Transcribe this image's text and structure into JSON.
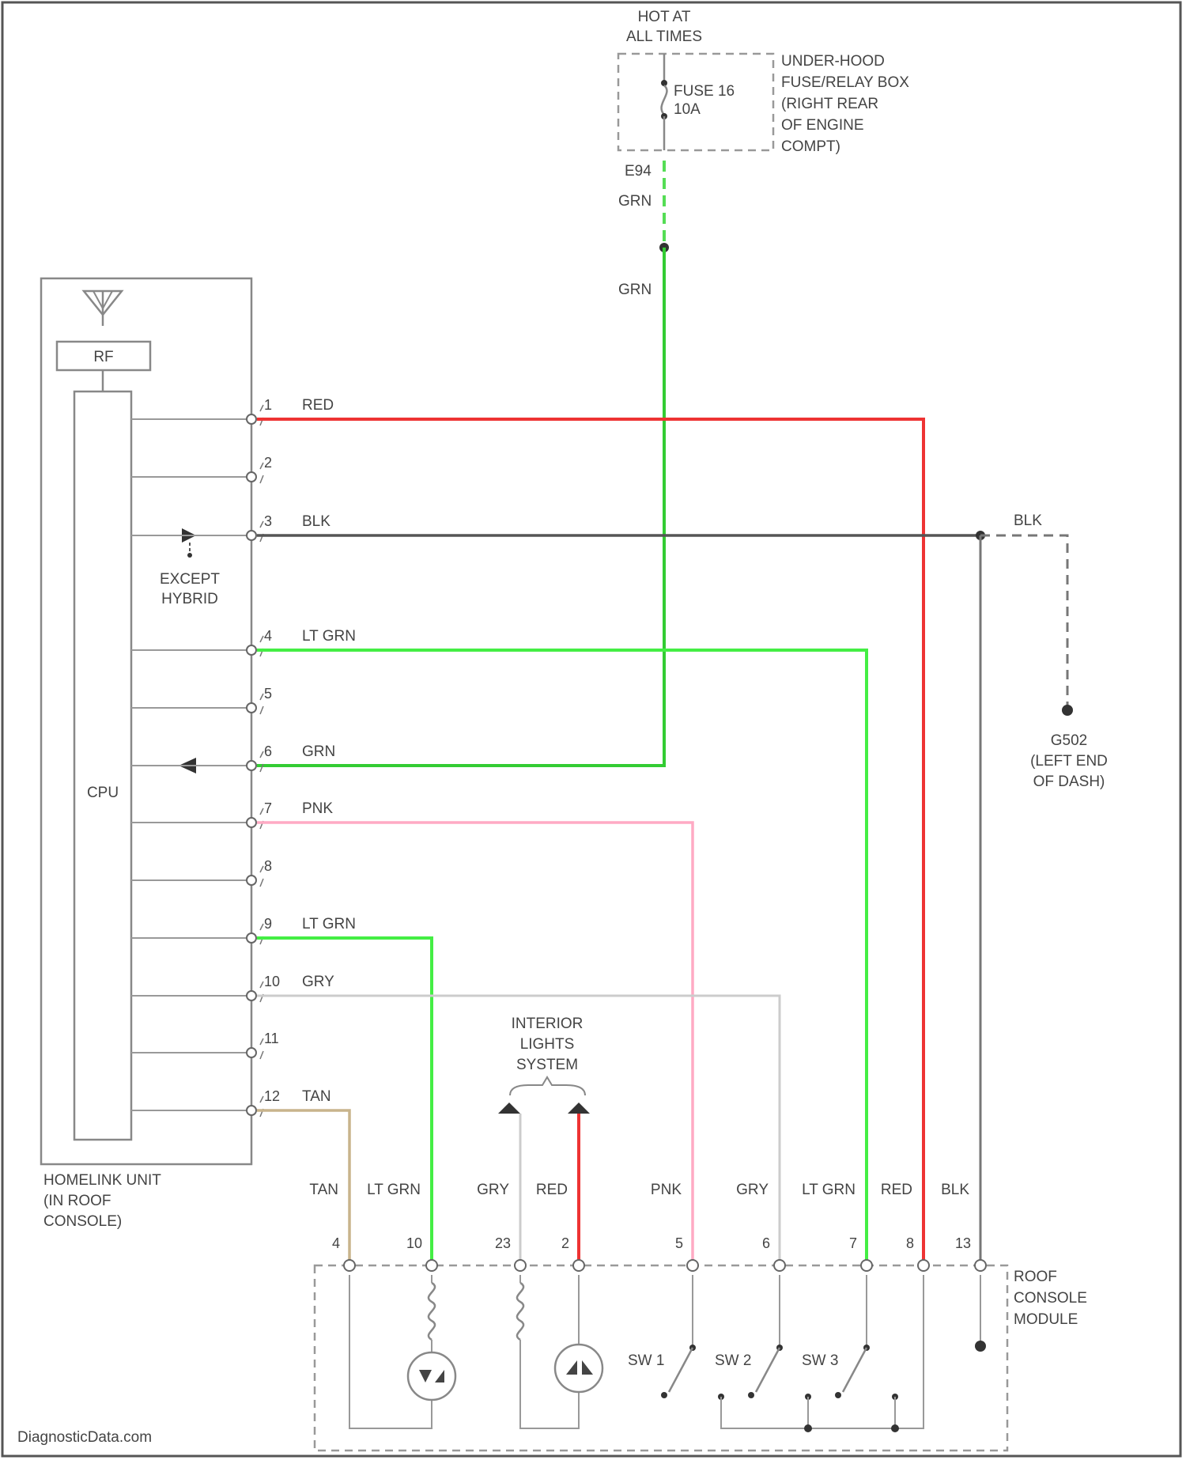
{
  "fuse_box": {
    "power_label_1": "HOT AT",
    "power_label_2": "ALL TIMES",
    "fuse_name": "FUSE 16",
    "fuse_rating": "10A",
    "box_line1": "UNDER-HOOD",
    "box_line2": "FUSE/RELAY BOX",
    "box_line3": "(RIGHT REAR",
    "box_line4": "OF ENGINE",
    "box_line5": "COMPT)",
    "connector": "E94",
    "wire1": "GRN",
    "wire2": "GRN"
  },
  "homelink": {
    "rf_label": "RF",
    "cpu_label": "CPU",
    "name_line1": "HOMELINK UNIT",
    "name_line2": "(IN ROOF",
    "name_line3": "CONSOLE)",
    "except_1": "EXCEPT",
    "except_2": "HYBRID",
    "pins": [
      {
        "num": "1",
        "wire": "RED"
      },
      {
        "num": "2",
        "wire": ""
      },
      {
        "num": "3",
        "wire": "BLK"
      },
      {
        "num": "4",
        "wire": "LT GRN"
      },
      {
        "num": "5",
        "wire": ""
      },
      {
        "num": "6",
        "wire": "GRN"
      },
      {
        "num": "7",
        "wire": "PNK"
      },
      {
        "num": "8",
        "wire": ""
      },
      {
        "num": "9",
        "wire": "LT GRN"
      },
      {
        "num": "10",
        "wire": "GRY"
      },
      {
        "num": "11",
        "wire": ""
      },
      {
        "num": "12",
        "wire": "TAN"
      }
    ]
  },
  "ground": {
    "wire": "BLK",
    "name": "G502",
    "loc1": "(LEFT END",
    "loc2": "OF DASH)"
  },
  "interior": {
    "line1": "INTERIOR",
    "line2": "LIGHTS",
    "line3": "SYSTEM"
  },
  "roof_module": {
    "name_line1": "ROOF",
    "name_line2": "CONSOLE",
    "name_line3": "MODULE",
    "pins": [
      {
        "num": "4",
        "wire": "TAN"
      },
      {
        "num": "10",
        "wire": "LT GRN"
      },
      {
        "num": "23",
        "wire": "GRY"
      },
      {
        "num": "2",
        "wire": "RED"
      },
      {
        "num": "5",
        "wire": "PNK"
      },
      {
        "num": "6",
        "wire": "GRY"
      },
      {
        "num": "7",
        "wire": "LT GRN"
      },
      {
        "num": "8",
        "wire": "RED"
      },
      {
        "num": "13",
        "wire": "BLK"
      }
    ],
    "sw1": "SW 1",
    "sw2": "SW 2",
    "sw3": "SW 3"
  },
  "watermark": "DiagnosticData.com",
  "colors": {
    "red": "#ee3333",
    "green": "#33cc33",
    "ltgreen": "#44ee44",
    "pink": "#ffaac4",
    "gray": "#cccccc",
    "black": "#555555",
    "tan": "#c8b48c"
  }
}
